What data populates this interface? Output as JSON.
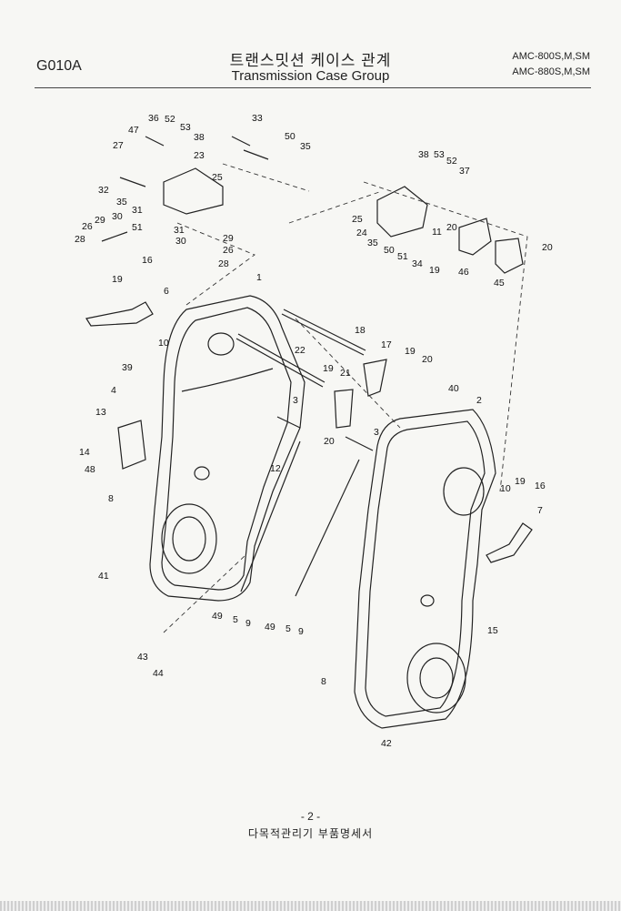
{
  "header": {
    "code": "G010A",
    "title_ko": "트랜스밋션 케이스 관계",
    "title_en": "Transmission Case Group",
    "model_line1": "AMC-800S,M,SM",
    "model_line2": "AMC-880S,M,SM"
  },
  "callouts": [
    "1",
    "2",
    "3",
    "3",
    "4",
    "5",
    "5",
    "6",
    "7",
    "8",
    "8",
    "9",
    "9",
    "10",
    "10",
    "11",
    "12",
    "13",
    "14",
    "15",
    "16",
    "16",
    "17",
    "18",
    "19",
    "19",
    "19",
    "19",
    "19",
    "20",
    "20",
    "20",
    "20",
    "21",
    "22",
    "23",
    "24",
    "25",
    "25",
    "26",
    "26",
    "27",
    "28",
    "28",
    "29",
    "29",
    "30",
    "30",
    "31",
    "31",
    "32",
    "33",
    "34",
    "35",
    "35",
    "35",
    "36",
    "37",
    "38",
    "38",
    "39",
    "40",
    "41",
    "42",
    "43",
    "44",
    "45",
    "46",
    "47",
    "48",
    "49",
    "49",
    "50",
    "50",
    "51",
    "51",
    "52",
    "52",
    "53",
    "53"
  ],
  "footer": {
    "page": "- 2 -",
    "book_title": "다목적관리기 부품명세서"
  }
}
